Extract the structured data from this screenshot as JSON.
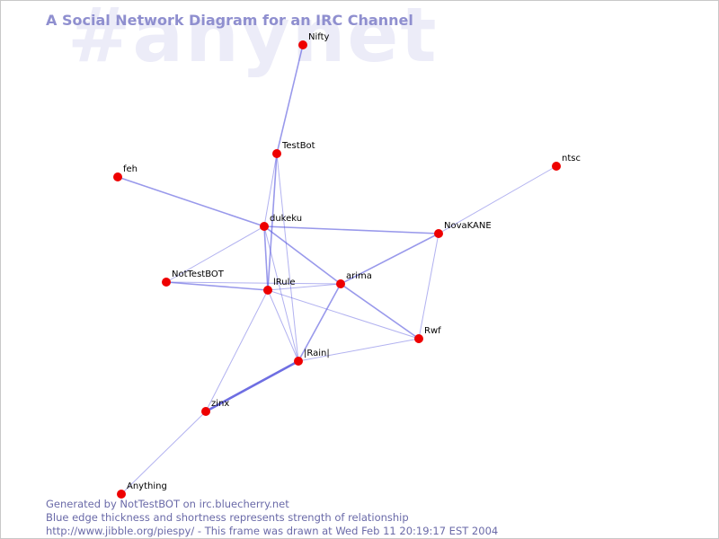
{
  "watermark": "#anynet",
  "title": "A Social Network Diagram for an IRC Channel",
  "nodes": [
    {
      "id": "nifty",
      "label": "Nifty"
    },
    {
      "id": "testbot",
      "label": "TestBot"
    },
    {
      "id": "feh",
      "label": "feh"
    },
    {
      "id": "ntsc",
      "label": "ntsc"
    },
    {
      "id": "dukeku",
      "label": "dukeku"
    },
    {
      "id": "novakane",
      "label": "NovaKANE"
    },
    {
      "id": "nottestbot",
      "label": "NotTestBOT"
    },
    {
      "id": "irule",
      "label": "lRule"
    },
    {
      "id": "arima",
      "label": "arima"
    },
    {
      "id": "rwf",
      "label": "Rwf"
    },
    {
      "id": "irain",
      "label": "|Rain|"
    },
    {
      "id": "zinx",
      "label": "zinx"
    },
    {
      "id": "anything",
      "label": "Anything"
    }
  ],
  "edges": [
    {
      "from": "nifty",
      "to": "testbot",
      "strength": 2
    },
    {
      "from": "testbot",
      "to": "dukeku",
      "strength": 1
    },
    {
      "from": "testbot",
      "to": "irule",
      "strength": 2
    },
    {
      "from": "testbot",
      "to": "irain",
      "strength": 1
    },
    {
      "from": "feh",
      "to": "dukeku",
      "strength": 2
    },
    {
      "from": "ntsc",
      "to": "novakane",
      "strength": 1
    },
    {
      "from": "dukeku",
      "to": "novakane",
      "strength": 2
    },
    {
      "from": "dukeku",
      "to": "irule",
      "strength": 2
    },
    {
      "from": "dukeku",
      "to": "irain",
      "strength": 1
    },
    {
      "from": "dukeku",
      "to": "arima",
      "strength": 2
    },
    {
      "from": "dukeku",
      "to": "nottestbot",
      "strength": 1
    },
    {
      "from": "nottestbot",
      "to": "irule",
      "strength": 2
    },
    {
      "from": "nottestbot",
      "to": "arima",
      "strength": 1
    },
    {
      "from": "irule",
      "to": "arima",
      "strength": 1
    },
    {
      "from": "irule",
      "to": "irain",
      "strength": 1
    },
    {
      "from": "irule",
      "to": "rwf",
      "strength": 1
    },
    {
      "from": "irule",
      "to": "zinx",
      "strength": 1
    },
    {
      "from": "arima",
      "to": "novakane",
      "strength": 2
    },
    {
      "from": "arima",
      "to": "irain",
      "strength": 2
    },
    {
      "from": "arima",
      "to": "rwf",
      "strength": 2
    },
    {
      "from": "novakane",
      "to": "rwf",
      "strength": 1
    },
    {
      "from": "rwf",
      "to": "irain",
      "strength": 1
    },
    {
      "from": "irain",
      "to": "zinx",
      "strength": 3
    },
    {
      "from": "zinx",
      "to": "anything",
      "strength": 1
    }
  ],
  "colors": {
    "node": "#ee0000",
    "edge": "#5555dd",
    "title": "#8f8fcf",
    "watermark": "#ececf8",
    "footer": "#6a6aa8"
  },
  "footer": {
    "line1": "Generated by NotTestBOT on irc.bluecherry.net",
    "line2": "Blue edge thickness and shortness represents strength of relationship",
    "line3": "http://www.jibble.org/piespy/ - This frame was drawn at Wed Feb 11 20:19:17 EST 2004"
  }
}
